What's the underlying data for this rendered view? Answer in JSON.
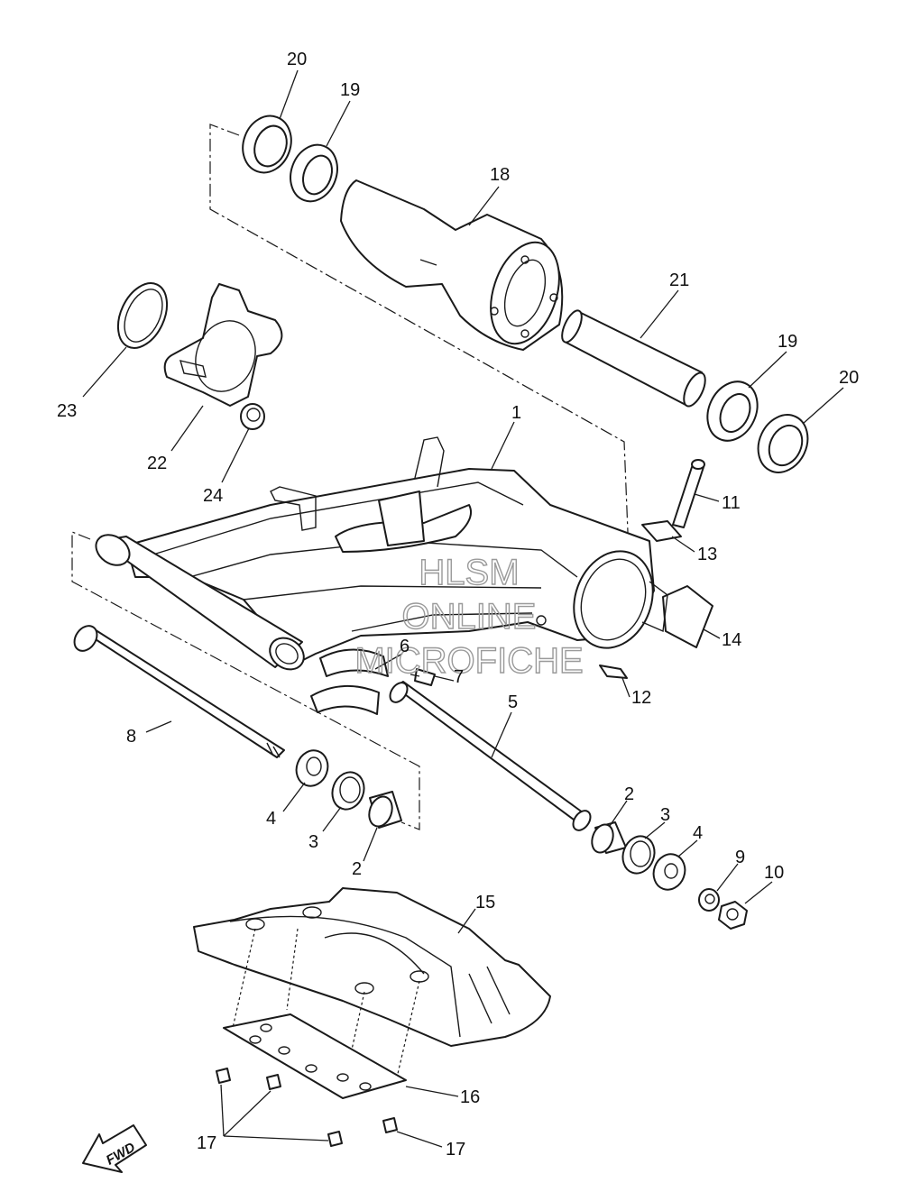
{
  "callouts": [
    {
      "id": "p20a",
      "label": "20"
    },
    {
      "id": "p19a",
      "label": "19"
    },
    {
      "id": "p18",
      "label": "18"
    },
    {
      "id": "p21",
      "label": "21"
    },
    {
      "id": "p19b",
      "label": "19"
    },
    {
      "id": "p20b",
      "label": "20"
    },
    {
      "id": "p23",
      "label": "23"
    },
    {
      "id": "p22",
      "label": "22"
    },
    {
      "id": "p24",
      "label": "24"
    },
    {
      "id": "p1",
      "label": "1"
    },
    {
      "id": "p11",
      "label": "11"
    },
    {
      "id": "p13",
      "label": "13"
    },
    {
      "id": "p14",
      "label": "14"
    },
    {
      "id": "p12",
      "label": "12"
    },
    {
      "id": "p6",
      "label": "6"
    },
    {
      "id": "p7",
      "label": "7"
    },
    {
      "id": "p8",
      "label": "8"
    },
    {
      "id": "p5",
      "label": "5"
    },
    {
      "id": "p4a",
      "label": "4"
    },
    {
      "id": "p3a",
      "label": "3"
    },
    {
      "id": "p2a",
      "label": "2"
    },
    {
      "id": "p2b",
      "label": "2"
    },
    {
      "id": "p3b",
      "label": "3"
    },
    {
      "id": "p4b",
      "label": "4"
    },
    {
      "id": "p9",
      "label": "9"
    },
    {
      "id": "p10",
      "label": "10"
    },
    {
      "id": "p15",
      "label": "15"
    },
    {
      "id": "p16",
      "label": "16"
    },
    {
      "id": "p17a",
      "label": "17"
    },
    {
      "id": "p17b",
      "label": "17"
    }
  ],
  "watermark": {
    "line1": "HLSM",
    "line2": "ONLINE",
    "line3": "MICROFICHE"
  },
  "fwd_label": "FWD",
  "colors": {
    "line": "#1a1a1a",
    "watermark": "#9a9a9a",
    "background": "#ffffff"
  }
}
